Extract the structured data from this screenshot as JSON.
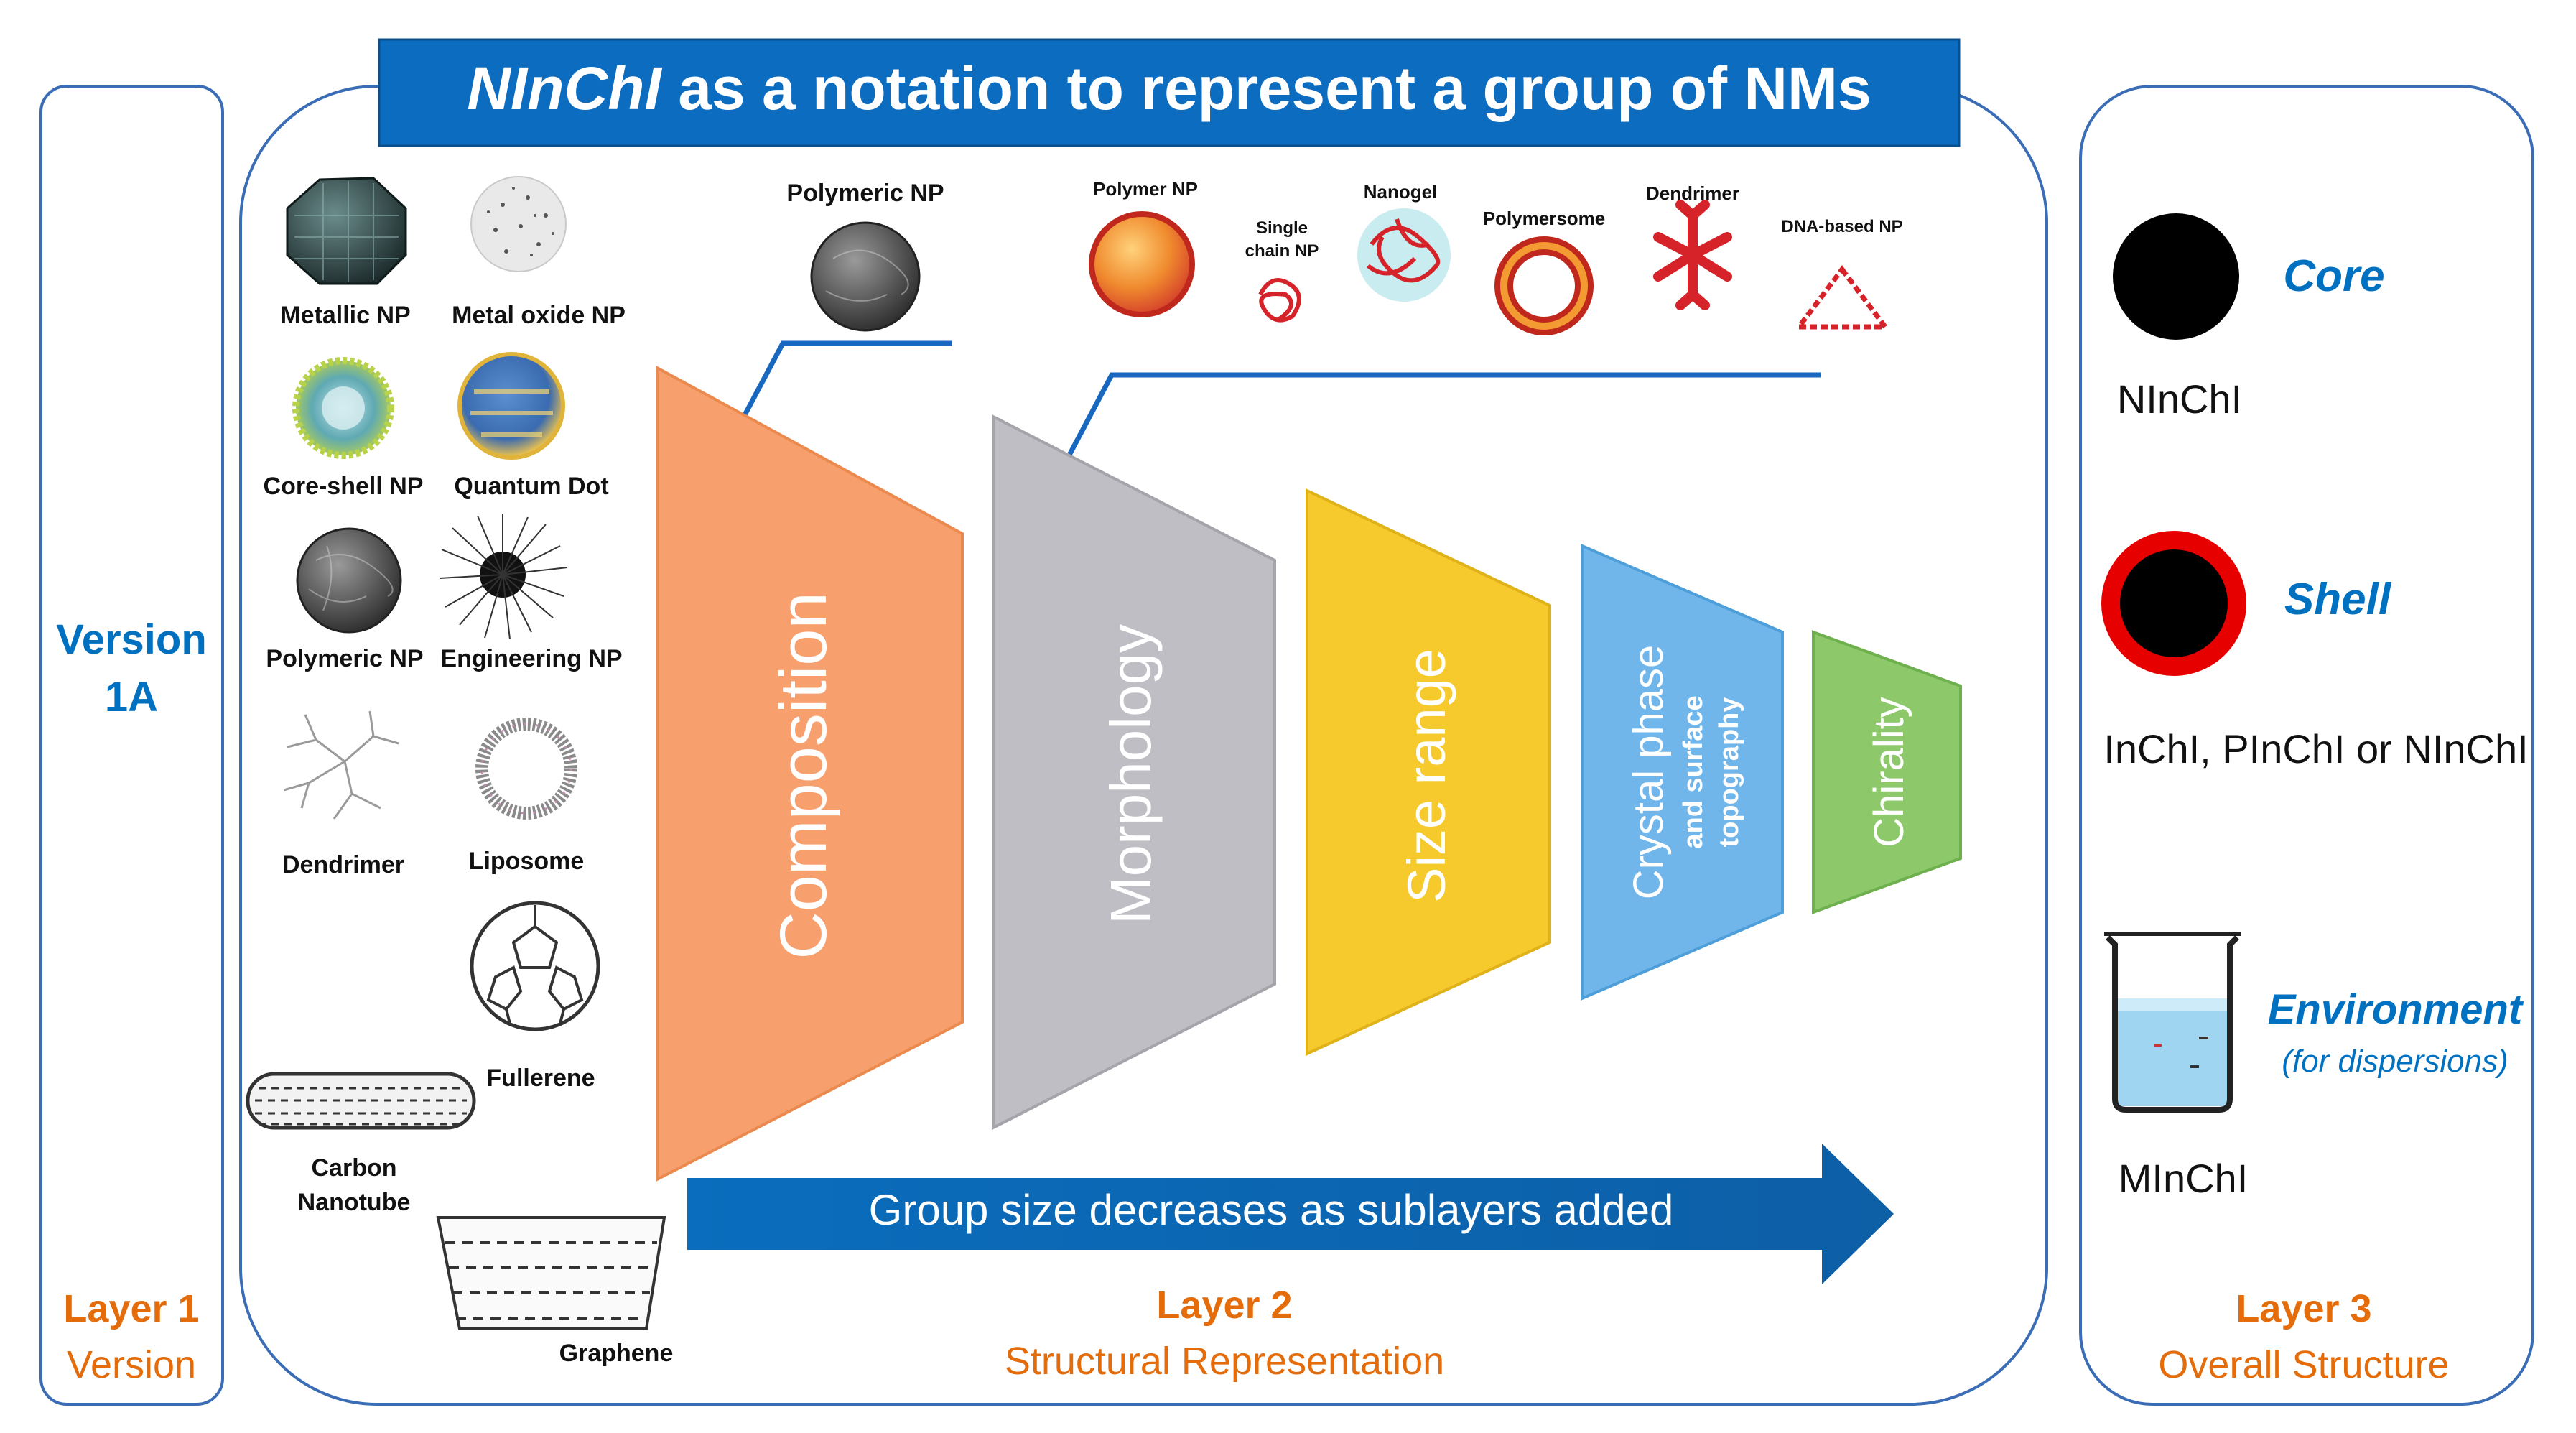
{
  "title": {
    "italic_part": "NInChI",
    "rest": " as a notation to represent a group of NMs"
  },
  "layer1": {
    "version_line1": "Version",
    "version_line2": "1A",
    "layer_label": "Layer 1",
    "layer_name": "Version"
  },
  "layer2": {
    "layer_label": "Layer 2",
    "layer_name": "Structural Representation",
    "nm_examples": [
      "Metallic NP",
      "Metal oxide NP",
      "Core-shell NP",
      "Quantum Dot",
      "Polymeric NP",
      "Engineering NP",
      "Dendrimer",
      "Liposome",
      "Fullerene",
      "Carbon",
      "Nanotube",
      "Graphene"
    ],
    "top_polymeric_label": "Polymeric NP",
    "morphology_examples": [
      "Polymer NP",
      "Single",
      "chain NP",
      "Nanogel",
      "Polymersome",
      "Dendrimer",
      "DNA-based NP"
    ],
    "sublayers": [
      "Composition",
      "Morphology",
      "Size range",
      "Crystal phase",
      "Chirality"
    ],
    "crystal_sub1": "and surface",
    "crystal_sub2": "topography",
    "arrow_text": "Group size decreases as sublayers added"
  },
  "layer3": {
    "core_label": "Core",
    "core_notation": "NInChI",
    "shell_label": "Shell",
    "shell_notation": "InChI, PInChI or NInChI",
    "env_label": "Environment",
    "env_sub": "(for dispersions)",
    "env_notation": "MInChI",
    "layer_label": "Layer 3",
    "layer_name": "Overall Structure"
  },
  "colors": {
    "accent_blue": "#0070C0",
    "orange_label": "#E46C0A",
    "composition": "#F7A06E",
    "morphology": "#BFBEC4",
    "size": "#F6C92C",
    "crystal": "#70B6EA",
    "chirality": "#8DC86B"
  }
}
